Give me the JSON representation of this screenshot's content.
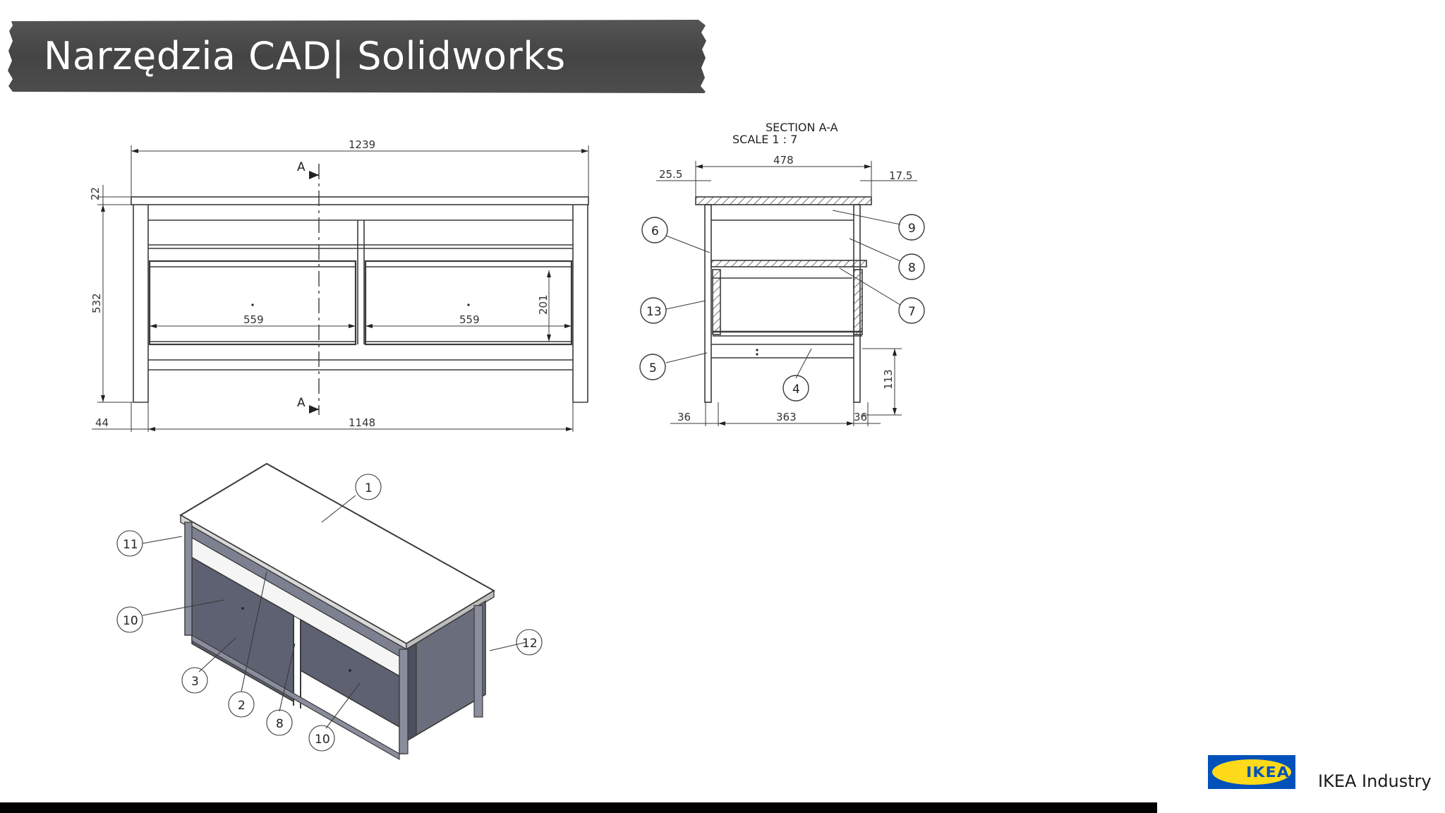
{
  "slide": {
    "title": "Narzędzia CAD| Solidworks",
    "company": "IKEA Industry",
    "logo_text": "IKEA"
  },
  "colors": {
    "banner": "#4a4a4a",
    "drawing_line": "#3a3a3a",
    "panel_fill": "#5a5d6e",
    "logo_yellow": "#ffda1a",
    "logo_blue": "#0051ba",
    "footer_bar": "#000000"
  },
  "front_view": {
    "dim_overall_width": "1239",
    "dim_top_thickness": "22",
    "dim_height": "532",
    "dim_drawer_left": "559",
    "dim_drawer_right": "559",
    "dim_drawer_height": "201",
    "dim_leg_offset": "44",
    "dim_inner_width": "1148",
    "section_mark_top": "A",
    "section_mark_bottom": "A"
  },
  "section_view": {
    "title_line1": "SECTION A-A",
    "title_line2": "SCALE 1 : 7",
    "dim_depth": "478",
    "dim_front_overhang": "25.5",
    "dim_back_overhang": "17.5",
    "dim_leg_left": "36",
    "dim_inner_depth": "363",
    "dim_leg_right": "36",
    "dim_leg_height": "113",
    "balloons": [
      "6",
      "9",
      "8",
      "13",
      "7",
      "5",
      "4"
    ]
  },
  "iso_view": {
    "balloons": [
      "1",
      "11",
      "10",
      "12",
      "3",
      "2",
      "8",
      "10"
    ]
  }
}
